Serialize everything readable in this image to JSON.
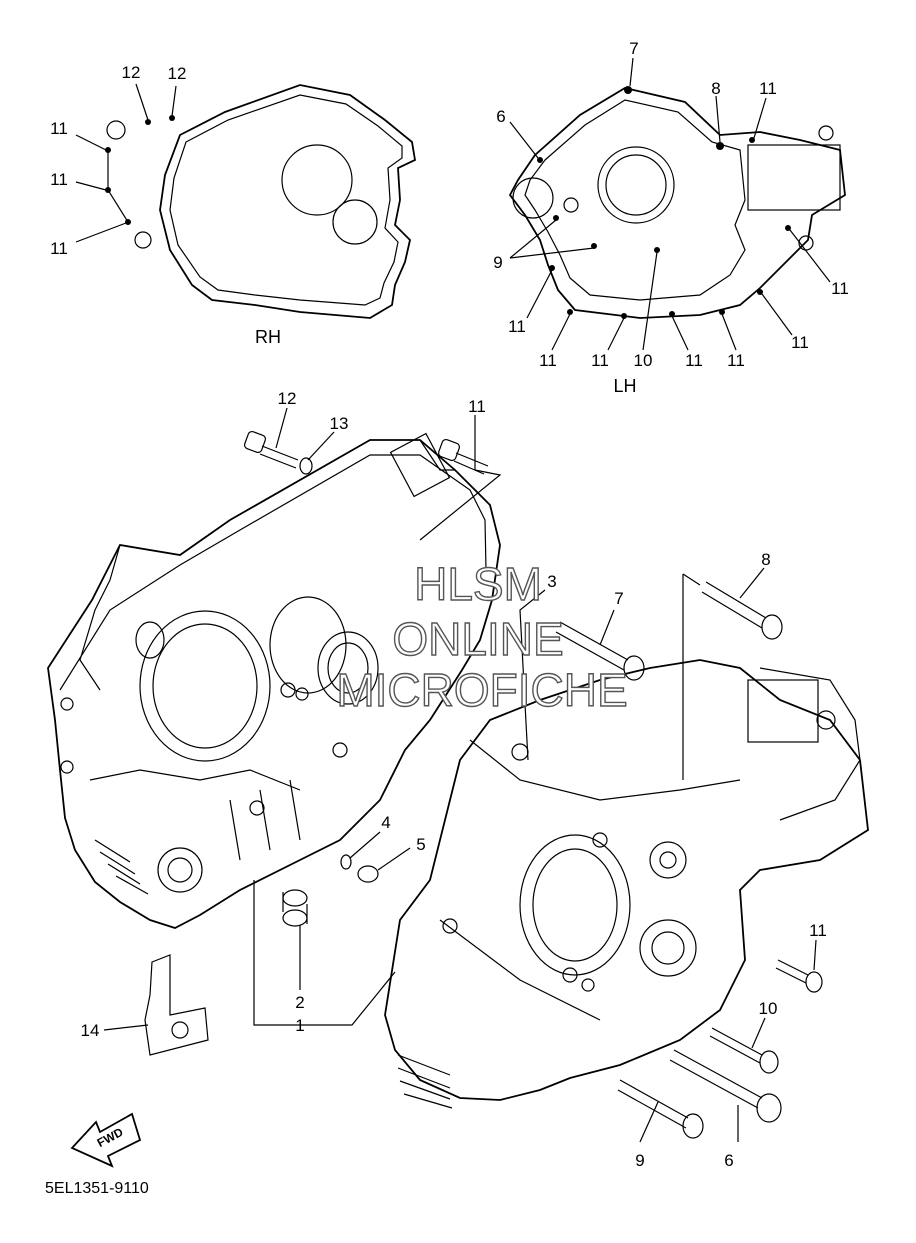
{
  "subassemblies": {
    "rh": "RH",
    "lh": "LH"
  },
  "callouts_rh": [
    "12",
    "12",
    "11",
    "11",
    "11"
  ],
  "callouts_lh": [
    "7",
    "8",
    "11",
    "6",
    "9",
    "11",
    "11",
    "11",
    "11",
    "11",
    "10",
    "11",
    "11"
  ],
  "callouts_main": [
    "12",
    "13",
    "11",
    "3",
    "7",
    "8",
    "4",
    "5",
    "2",
    "1",
    "14",
    "11",
    "10",
    "9",
    "6"
  ],
  "fwd_label": "FWD",
  "diagram_code": "5EL1351-9110",
  "watermark": [
    "HLSM",
    "ONLINE",
    "MICROFICHE"
  ]
}
